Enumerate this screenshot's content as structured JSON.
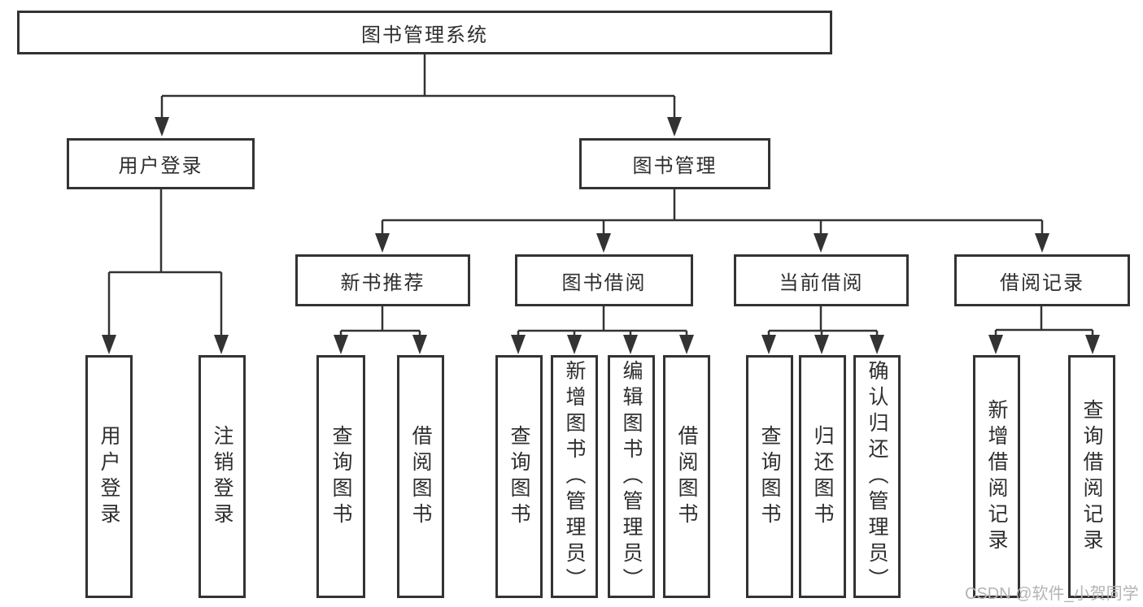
{
  "diagram": {
    "title": "图书管理系统",
    "root": {
      "label": "图书管理系统"
    },
    "branches": [
      {
        "label": "用户登录",
        "children": [
          {
            "label": "用户登录"
          },
          {
            "label": "注销登录"
          }
        ]
      },
      {
        "label": "图书管理",
        "children": [
          {
            "label": "新书推荐",
            "children": [
              {
                "label": "查询图书"
              },
              {
                "label": "借阅图书"
              }
            ]
          },
          {
            "label": "图书借阅",
            "children": [
              {
                "label": "查询图书"
              },
              {
                "label": "新增图书（管理员）"
              },
              {
                "label": "编辑图书（管理员）"
              },
              {
                "label": "借阅图书"
              }
            ]
          },
          {
            "label": "当前借阅",
            "children": [
              {
                "label": "查询图书"
              },
              {
                "label": "归还图书"
              },
              {
                "label": "确认归还（管理员）"
              }
            ]
          },
          {
            "label": "借阅记录",
            "children": [
              {
                "label": "新增借阅记录"
              },
              {
                "label": "查询借阅记录"
              }
            ]
          }
        ]
      }
    ]
  },
  "watermark": {
    "text": "CSDN @软件_小贺同学",
    "color": "#b4b4b4"
  },
  "colors": {
    "line": "#333333",
    "text": "#2e2e2e",
    "background": "#ffffff"
  }
}
